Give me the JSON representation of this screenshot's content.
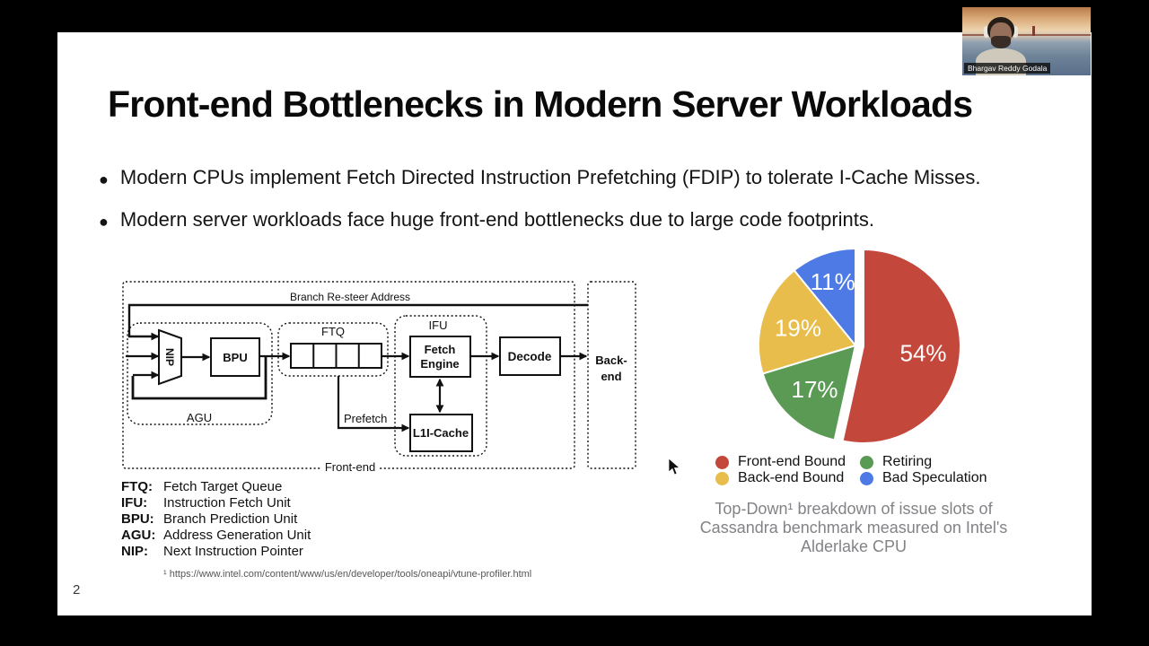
{
  "webcam": {
    "name": "Bhargav Reddy Godala"
  },
  "slide": {
    "page_number": "2",
    "title": "Front-end Bottlenecks in Modern Server Workloads",
    "bullets": [
      "Modern CPUs implement Fetch Directed Instruction Prefetching (FDIP) to tolerate I-Cache Misses.",
      "Modern server workloads face huge front-end bottlenecks due to large code footprints."
    ],
    "footnote": "¹ https://www.intel.com/content/www/us/en/developer/tools/oneapi/vtune-profiler.html"
  },
  "diagram": {
    "branch_resteer_label": "Branch Re-steer Address",
    "agu_label": "AGU",
    "nip_label": "NIP",
    "bpu_label": "BPU",
    "ftq_label": "FTQ",
    "ifu_label": "IFU",
    "fetch_engine_line1": "Fetch",
    "fetch_engine_line2": "Engine",
    "l1i_label": "L1I-Cache",
    "decode_label": "Decode",
    "prefetch_label": "Prefetch",
    "frontend_label": "Front-end",
    "backend_line1": "Back-",
    "backend_line2": "end",
    "abbreviations": [
      {
        "abbr": "FTQ:",
        "def": "Fetch Target Queue"
      },
      {
        "abbr": "IFU:",
        "def": "Instruction Fetch Unit"
      },
      {
        "abbr": "BPU:",
        "def": "Branch Prediction Unit"
      },
      {
        "abbr": "AGU:",
        "def": "Address Generation Unit"
      },
      {
        "abbr": "NIP:",
        "def": "Next Instruction Pointer"
      }
    ]
  },
  "chart_data": {
    "type": "pie",
    "slices": [
      {
        "label": "Front-end Bound",
        "value": 54,
        "color": "#C4473C",
        "exploded": true
      },
      {
        "label": "Retiring",
        "value": 17,
        "color": "#5A9A55",
        "exploded": false
      },
      {
        "label": "Back-end Bound",
        "value": 19,
        "color": "#E8BD4B",
        "exploded": false
      },
      {
        "label": "Bad Speculation",
        "value": 11,
        "color": "#4D7AE4",
        "exploded": false
      }
    ],
    "start_angle_deg": -90,
    "direction": "clockwise",
    "label_suffix": "%",
    "label_color": "#ffffff",
    "legend_position": "bottom",
    "caption_lines": [
      "Top-Down¹ breakdown of issue slots of",
      "Cassandra benchmark measured on Intel's",
      "Alderlake CPU"
    ]
  }
}
